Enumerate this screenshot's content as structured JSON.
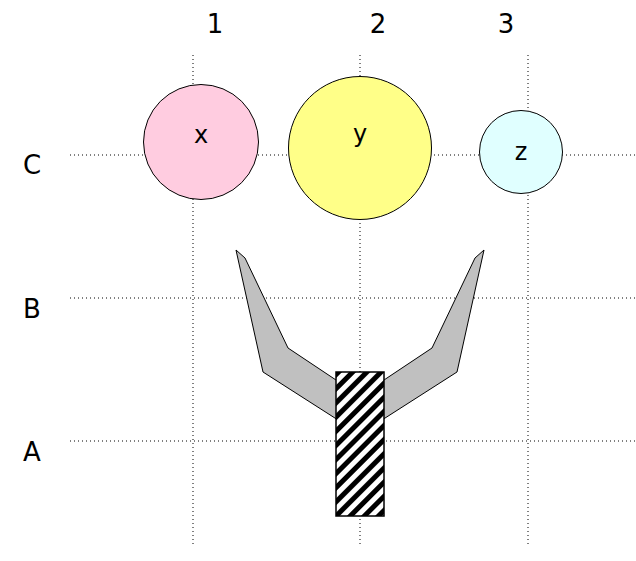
{
  "diagram": {
    "nodes": [
      {
        "text": [
          "x"
        ]
      },
      {
        "text": [
          "y"
        ]
      },
      {
        "text": [
          "z"
        ]
      }
    ],
    "labels": [
      "1",
      "2",
      "3",
      "C",
      "B",
      "A"
    ]
  }
}
